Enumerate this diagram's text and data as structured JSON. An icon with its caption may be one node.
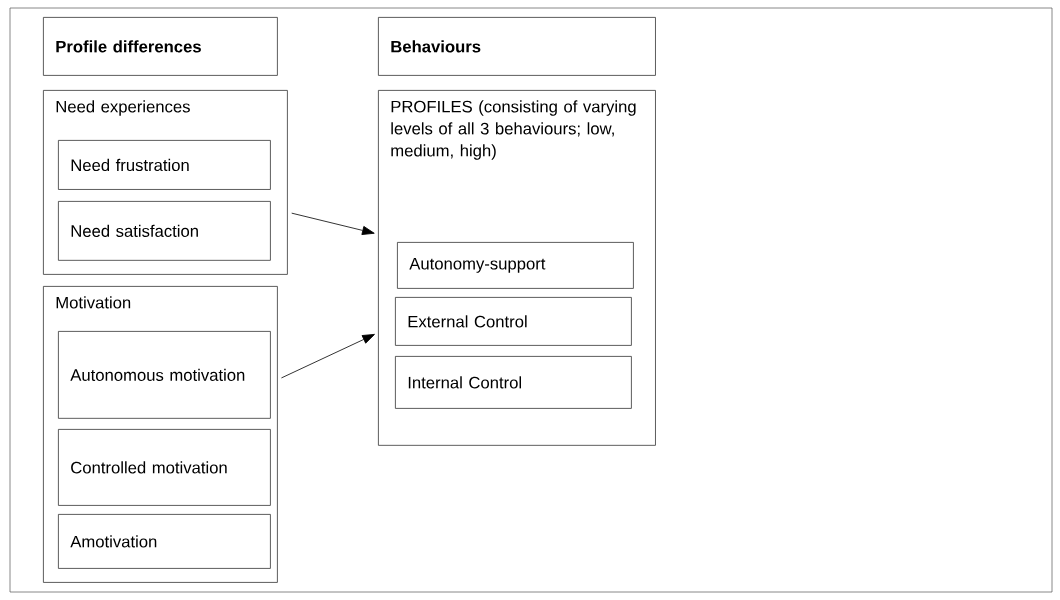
{
  "diagram": {
    "nodes": [
      {
        "text": [
          "Profile differences"
        ]
      },
      {
        "text": [
          "Behaviours"
        ]
      },
      {
        "text": [
          "Need experiences"
        ]
      },
      {
        "text": [
          "Need frustration"
        ],
        "in": 2
      },
      {
        "text": [
          "Need satisfaction"
        ],
        "in": 2
      },
      {
        "text": [
          "Motivation"
        ]
      },
      {
        "text": [
          "Autonomous motivation"
        ],
        "in": 5
      },
      {
        "text": [
          "Controlled motivation"
        ],
        "in": 5
      },
      {
        "text": [
          "Amotivation"
        ],
        "in": 5
      },
      {
        "text": [
          "PROFILES (consisting of varying levels of all 3 behaviours; low, medium, high)"
        ]
      },
      {
        "text": [
          "Autonomy-support"
        ],
        "in": 9
      },
      {
        "text": [
          "External Control"
        ],
        "in": 9
      },
      {
        "text": [
          "Internal Control"
        ],
        "in": 9
      }
    ],
    "edges": [
      {
        "from": 2,
        "to": 9,
        "arrow": "to"
      },
      {
        "from": 5,
        "to": 9,
        "arrow": "to"
      }
    ]
  }
}
